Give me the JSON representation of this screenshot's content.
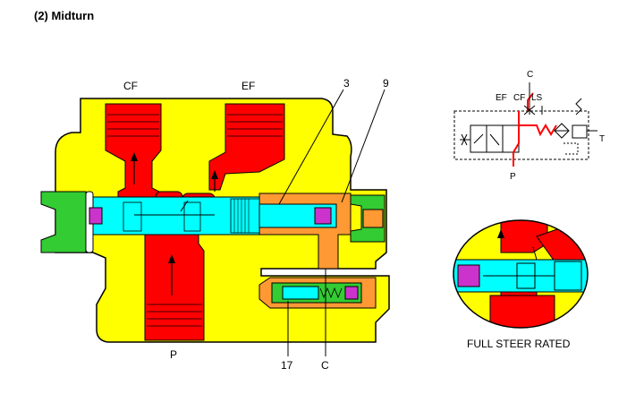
{
  "title": "(2) Midturn",
  "main_diagram": {
    "labels": {
      "cf": "CF",
      "ef": "EF",
      "p": "P",
      "callout_3": "3",
      "callout_9": "9",
      "callout_17": "17",
      "callout_c": "C"
    }
  },
  "schematic": {
    "labels": {
      "c": "C",
      "ef": "EF",
      "cf": "CF",
      "ls": "LS",
      "t": "T",
      "p": "P"
    }
  },
  "detail": {
    "caption": "FULL STEER RATED"
  },
  "colors": {
    "housing": "#ffff00",
    "pressure": "#ff0000",
    "spool": "#00ffff",
    "pilot": "#ff9933",
    "plug": "#33cc33",
    "seal": "#cc33cc"
  }
}
